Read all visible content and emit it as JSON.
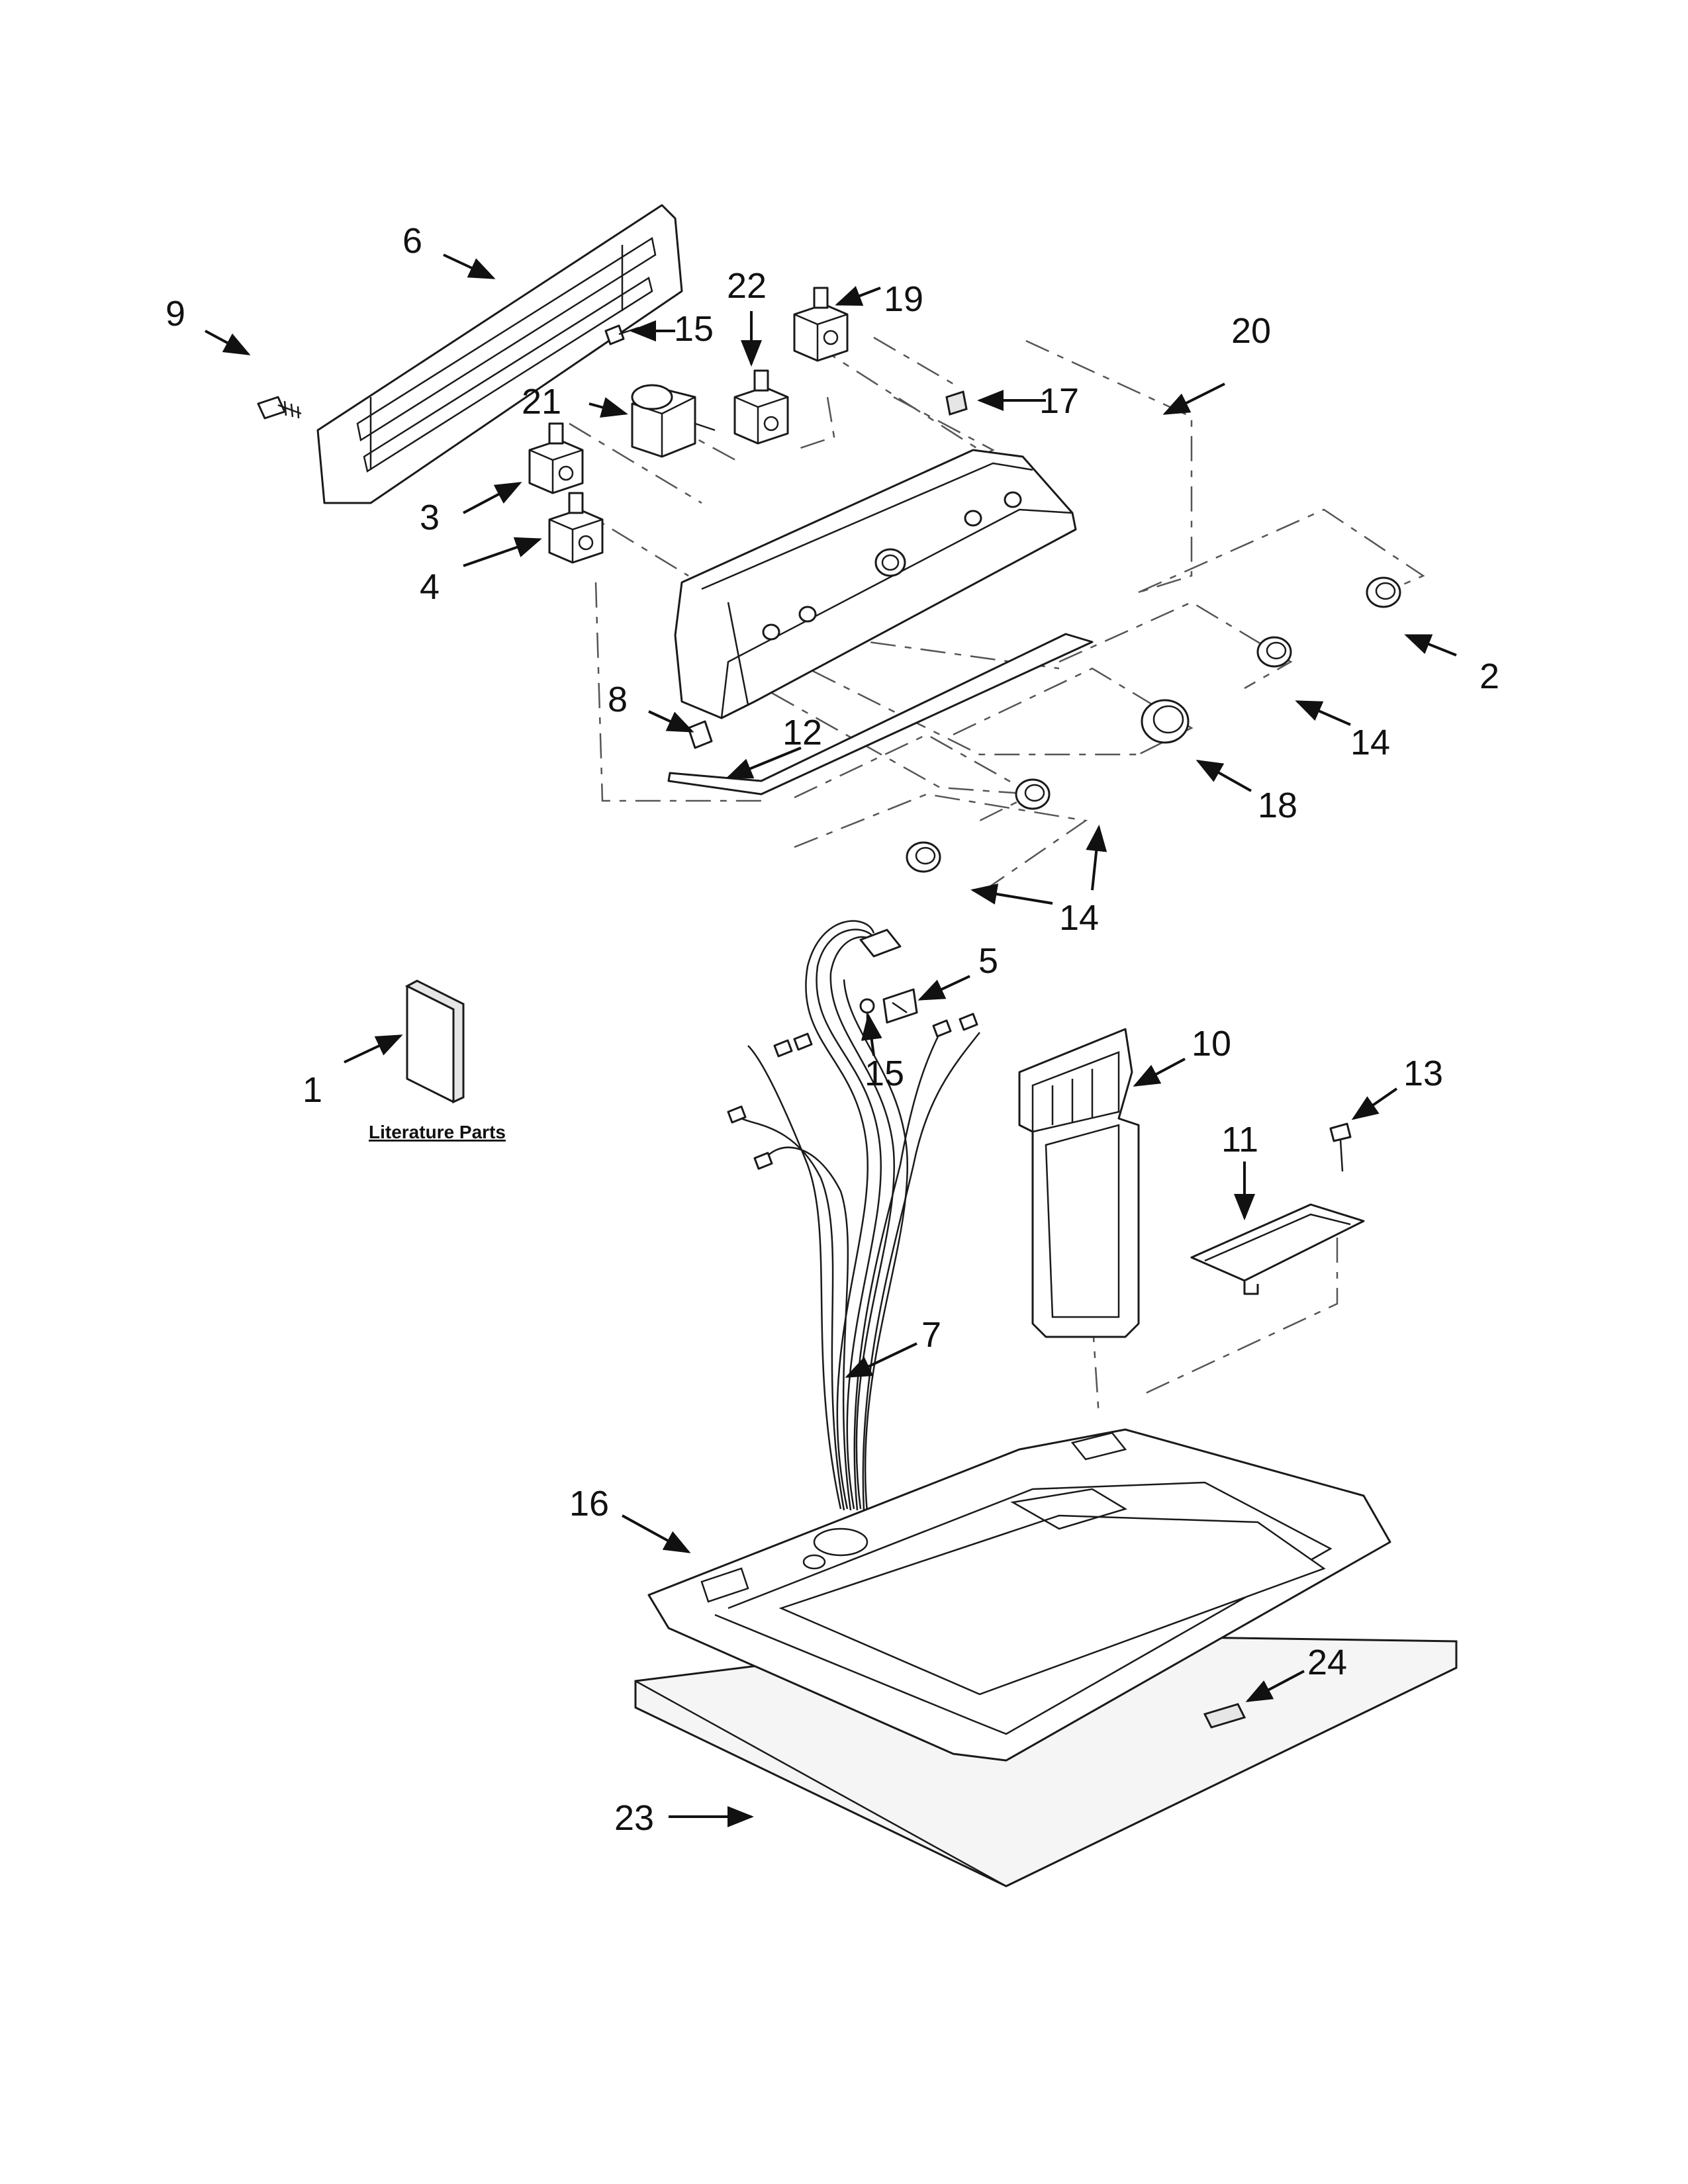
{
  "callouts": {
    "c1": "1",
    "c2": "2",
    "c3": "3",
    "c4": "4",
    "c5": "5",
    "c6": "6",
    "c7": "7",
    "c8": "8",
    "c9": "9",
    "c10": "10",
    "c11": "11",
    "c12": "12",
    "c13": "13",
    "c14a": "14",
    "c14b": "14",
    "c15a": "15",
    "c15b": "15",
    "c16": "16",
    "c17": "17",
    "c18": "18",
    "c19": "19",
    "c20": "20",
    "c21": "21",
    "c22": "22",
    "c23": "23",
    "c24": "24"
  },
  "literature_label": "Literature Parts",
  "colors": {
    "line": "#1a1a1a",
    "dash": "#555555",
    "background": "#ffffff"
  }
}
